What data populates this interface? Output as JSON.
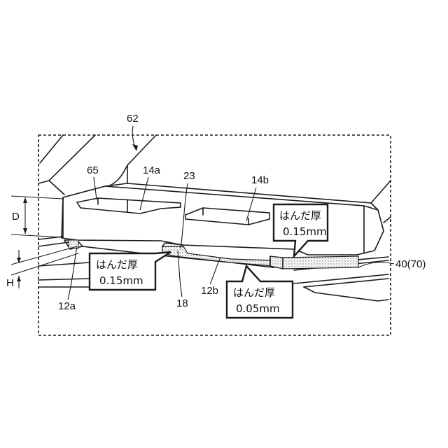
{
  "figure": {
    "frame_label": "62",
    "labels": {
      "p65": "65",
      "p14a": "14a",
      "p23": "23",
      "p14b": "14b",
      "D": "D",
      "H": "H",
      "p12a": "12a",
      "p18": "18",
      "p12b": "12b",
      "p40": "40(70)"
    },
    "callouts": [
      {
        "line1": "はんだ厚",
        "line2": "0.15mm"
      },
      {
        "line1": "はんだ厚",
        "line2": "0.15mm"
      },
      {
        "line1": "はんだ厚",
        "line2": "0.05mm"
      }
    ],
    "colors": {
      "line": "#1a1a1a",
      "solder_fill": "#cfcfcf",
      "background": "#ffffff"
    }
  }
}
